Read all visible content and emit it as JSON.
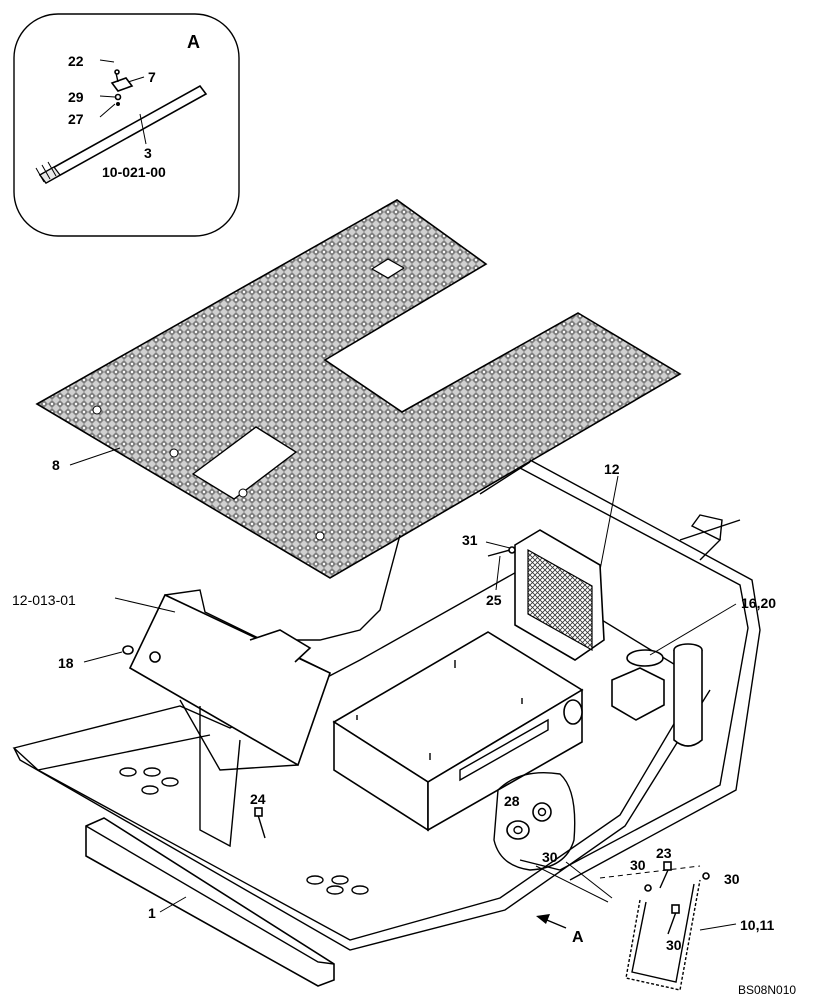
{
  "callouts": {
    "c22": "22",
    "c7": "7",
    "c29": "29",
    "c27": "27",
    "c3": "3",
    "ref_10_021_00": "10-021-00",
    "detail_A": "A",
    "view_A": "A",
    "c8": "8",
    "c12": "12",
    "c31": "31",
    "c25": "25",
    "ref_12_013_01": "12-013-01",
    "c18": "18",
    "c16_20": "16,20",
    "c24": "24",
    "c28": "28",
    "c30a": "30",
    "c30b": "30",
    "c30c": "30",
    "c30d": "30",
    "c23": "23",
    "c10_11": "10,11",
    "c1": "1"
  },
  "drawing_code": "BS08N010",
  "colors": {
    "line": "#000000",
    "background": "#ffffff",
    "mat_fill": "#9a9a9a"
  }
}
